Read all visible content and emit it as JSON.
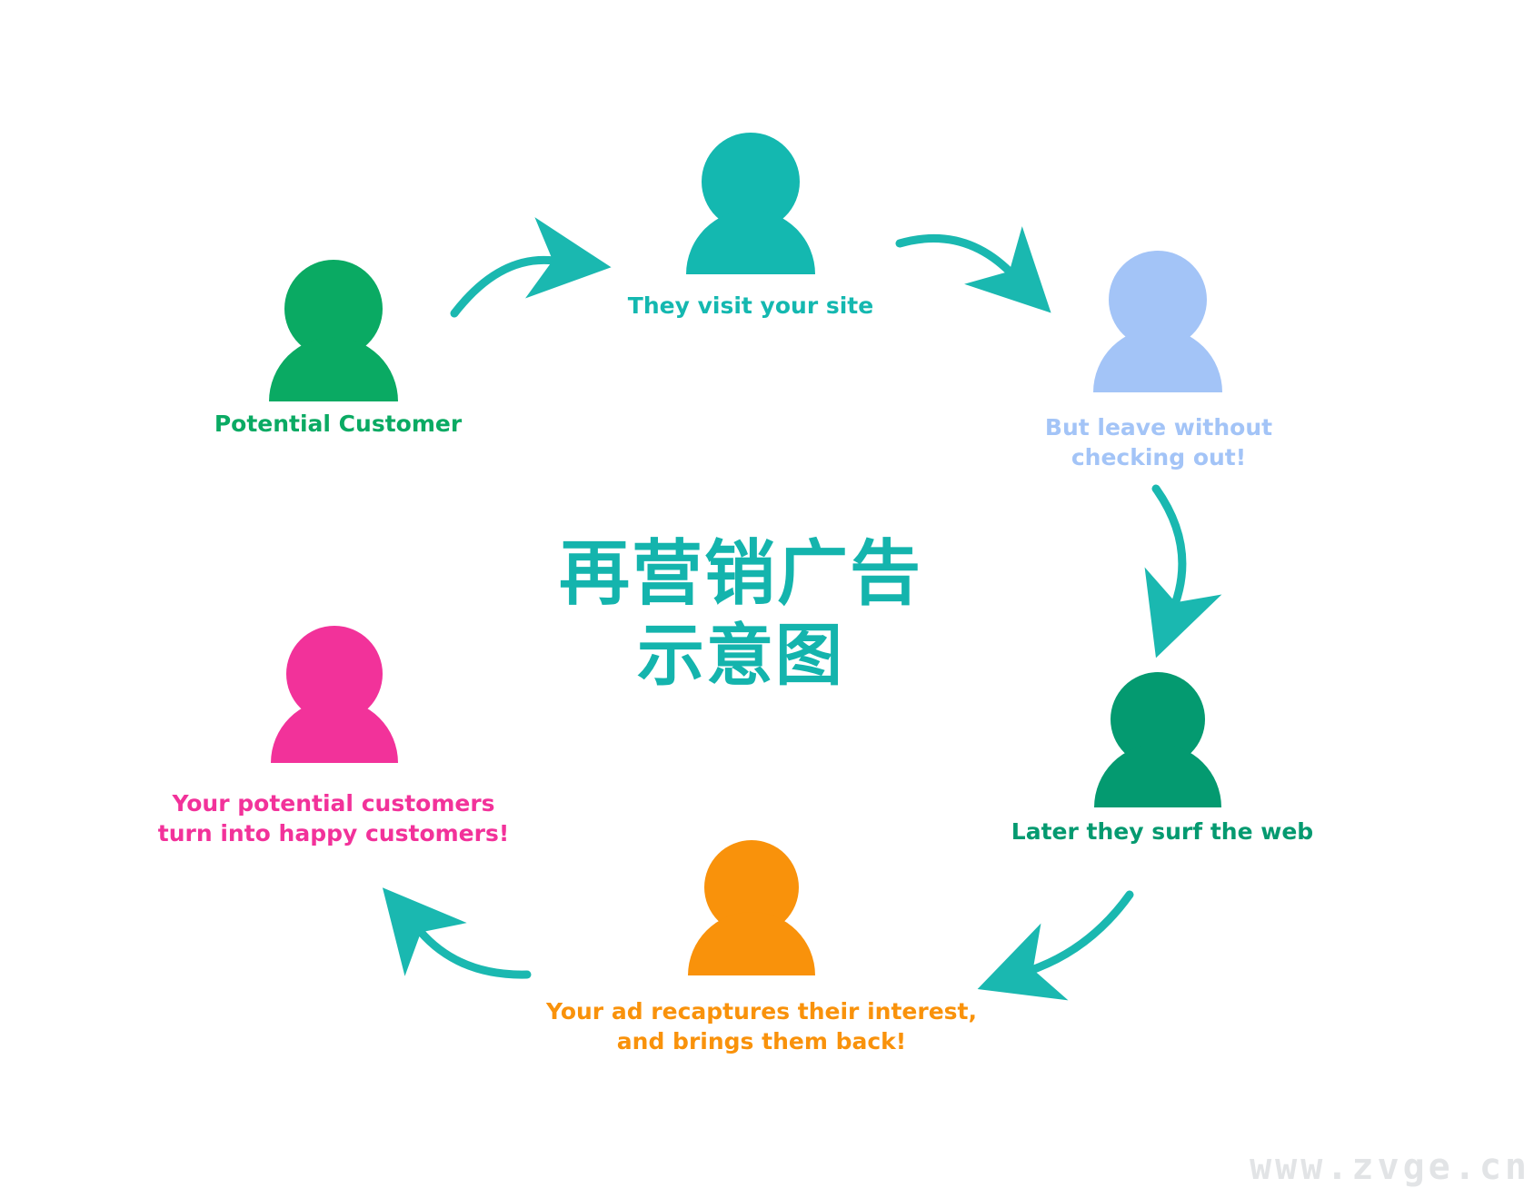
{
  "title": {
    "line1": "再营销广告",
    "line2": "示意图",
    "color": "#14b4ad"
  },
  "arrow_color": "#1ab8b0",
  "steps": [
    {
      "id": "potential-customer",
      "lines": [
        "Potential Customer"
      ],
      "color": "#0aaa63",
      "icon": "person-icon"
    },
    {
      "id": "visit-site",
      "lines": [
        "They visit your site"
      ],
      "color": "#14b8b0",
      "icon": "person-icon"
    },
    {
      "id": "leave-without-checkout",
      "lines": [
        "But leave without",
        "checking out!"
      ],
      "color": "#a3c4f7",
      "icon": "person-icon"
    },
    {
      "id": "surf-web",
      "lines": [
        "Later they surf the web"
      ],
      "color": "#049a70",
      "icon": "person-icon"
    },
    {
      "id": "ad-recaptures",
      "lines": [
        "Your ad recaptures their interest,",
        "and brings them back!"
      ],
      "color": "#f9920b",
      "icon": "person-icon"
    },
    {
      "id": "happy-customers",
      "lines": [
        "Your potential customers",
        "turn into happy customers!"
      ],
      "color": "#f2329a",
      "icon": "person-icon"
    }
  ],
  "watermark": "www.zvge.cn"
}
